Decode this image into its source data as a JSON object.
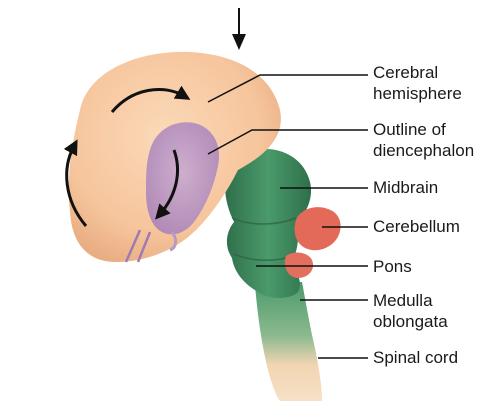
{
  "labels": {
    "cerebral_hemisphere": [
      "Cerebral",
      "hemisphere"
    ],
    "diencephalon_outline": [
      "Outline of",
      "diencephalon"
    ],
    "midbrain": "Midbrain",
    "cerebellum": "Cerebellum",
    "pons": "Pons",
    "medulla_oblongata": [
      "Medulla",
      "oblongata"
    ],
    "spinal_cord": "Spinal cord"
  },
  "colors": {
    "cerebrum": "#f6c59c",
    "diencephalon": "#b996c4",
    "brainstem": "#3f8a5f",
    "cerebellum": "#e36a58",
    "spinal_cord": "#f2d6b3",
    "arrows": "#111111"
  }
}
